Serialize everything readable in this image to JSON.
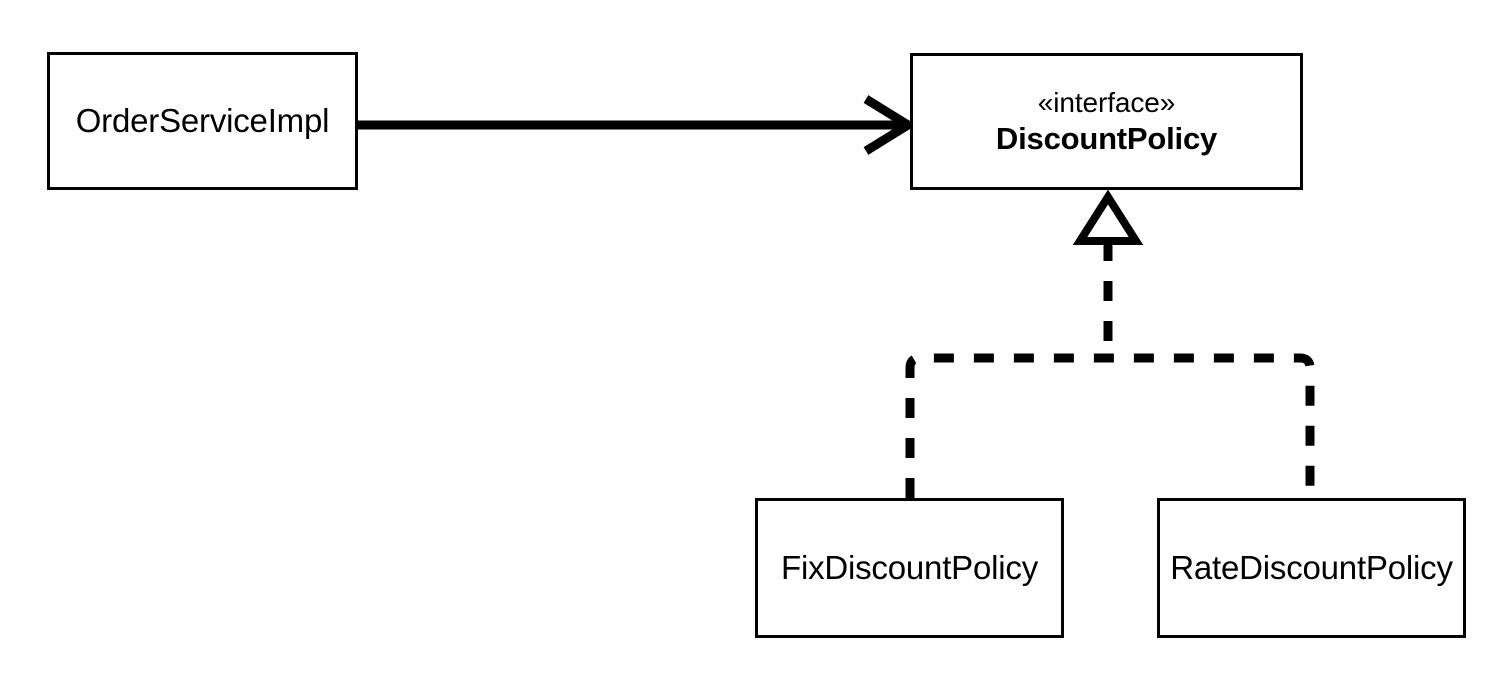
{
  "diagram": {
    "type": "uml-class-diagram",
    "title": "DiscountPolicy interface and implementations",
    "background_color": "#ffffff",
    "stroke_color": "#000000"
  },
  "classes": [
    {
      "id": "order-service-impl",
      "name": "OrderServiceImpl",
      "stereotype": "",
      "kind": "class",
      "bold": false
    },
    {
      "id": "discount-policy",
      "name": "DiscountPolicy",
      "stereotype": "«interface»",
      "kind": "interface",
      "bold": true
    },
    {
      "id": "fix-discount-policy",
      "name": "FixDiscountPolicy",
      "stereotype": "",
      "kind": "class",
      "bold": false
    },
    {
      "id": "rate-discount-policy",
      "name": "RateDiscountPolicy",
      "stereotype": "",
      "kind": "class",
      "bold": false
    }
  ],
  "relationships": [
    {
      "id": "uses",
      "from": "order-service-impl",
      "to": "discount-policy",
      "kind": "association",
      "line_style": "solid",
      "arrowhead": "open-arrow",
      "label": ""
    },
    {
      "id": "fix-implements",
      "from": "fix-discount-policy",
      "to": "discount-policy",
      "kind": "realization",
      "line_style": "dashed",
      "arrowhead": "hollow-triangle",
      "label": ""
    },
    {
      "id": "rate-implements",
      "from": "rate-discount-policy",
      "to": "discount-policy",
      "kind": "realization",
      "line_style": "dashed",
      "arrowhead": "hollow-triangle",
      "label": ""
    }
  ]
}
